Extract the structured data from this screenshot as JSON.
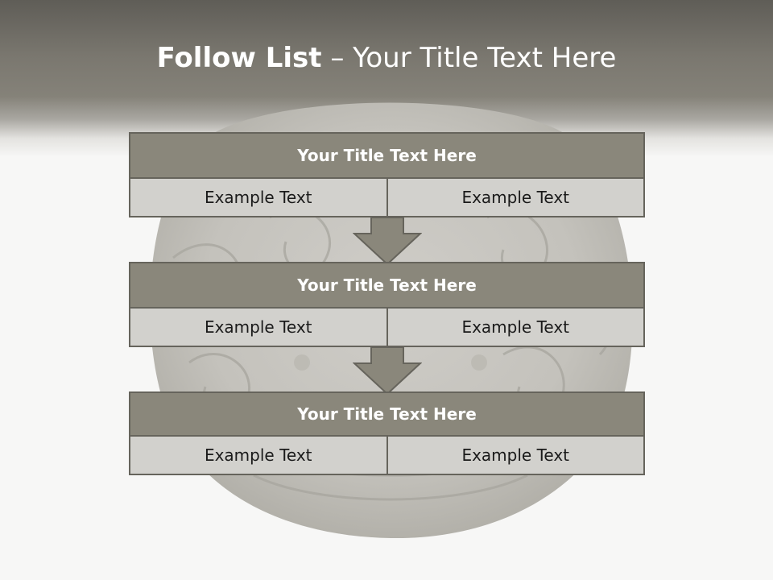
{
  "slide": {
    "title_bold": "Follow List",
    "title_rest": " – Your Title Text Here"
  },
  "blocks": [
    {
      "title": "Your Title Text Here",
      "cells": [
        "Example Text",
        "Example Text"
      ]
    },
    {
      "title": "Your Title Text Here",
      "cells": [
        "Example Text",
        "Example Text"
      ]
    },
    {
      "title": "Your Title Text Here",
      "cells": [
        "Example Text",
        "Example Text"
      ]
    }
  ],
  "colors": {
    "header_band": "#7a776f",
    "block_title_fill": "#8a877b",
    "cell_fill": "#d2d1cd",
    "border": "#66645c",
    "arrow_fill": "#8a877b"
  }
}
